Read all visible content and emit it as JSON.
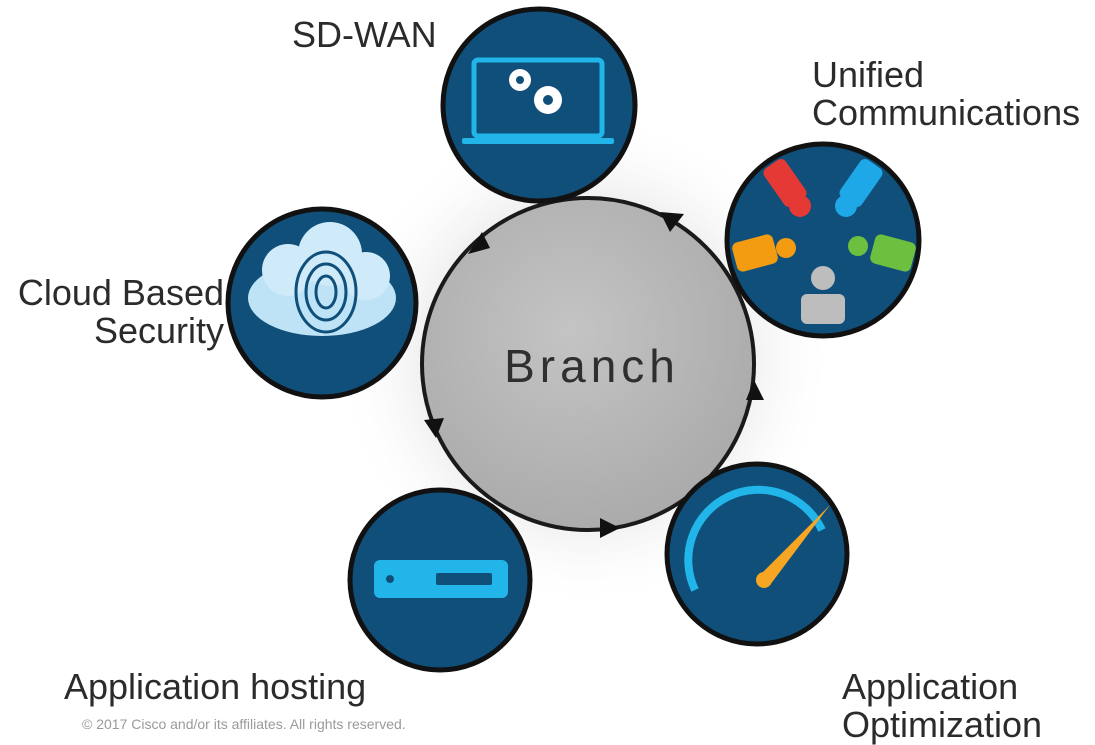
{
  "center": {
    "label": "Branch"
  },
  "nodes": [
    {
      "id": "sdwan",
      "lines": [
        "SD-WAN"
      ],
      "icon": "laptop-gears-icon"
    },
    {
      "id": "uc",
      "lines": [
        "Unified",
        "Communications"
      ],
      "icon": "people-communications-icon"
    },
    {
      "id": "cloud",
      "lines": [
        "Cloud Based",
        "Security"
      ],
      "icon": "cloud-fingerprint-icon"
    },
    {
      "id": "host",
      "lines": [
        "Application hosting"
      ],
      "icon": "server-appliance-icon"
    },
    {
      "id": "opt",
      "lines": [
        "Application",
        "Optimization"
      ],
      "icon": "speedometer-gauge-icon"
    }
  ],
  "footer": {
    "copyright": "© 2017  Cisco and/or its affiliates. All rights reserved."
  },
  "colors": {
    "node_fill": "#0f4f7a",
    "node_ring": "#111111",
    "accent_cyan": "#21b5e9",
    "center_fill": "#b5b5b5",
    "gauge_needle": "#f6a623"
  }
}
